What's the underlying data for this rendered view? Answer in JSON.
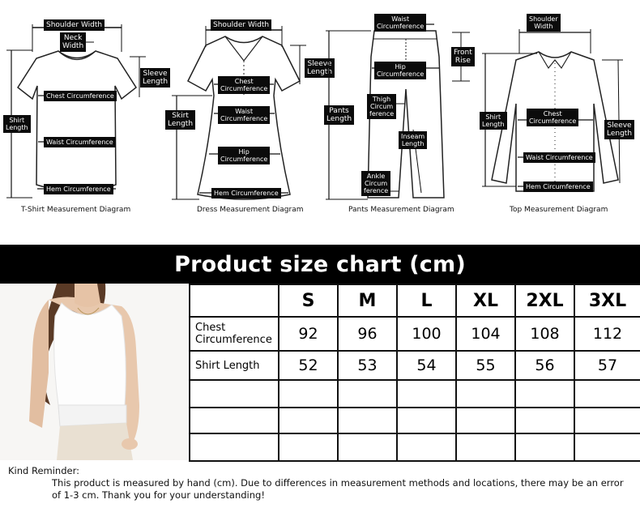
{
  "diagrams": [
    {
      "id": "tshirt",
      "caption": "T-Shirt Measurement Diagram",
      "labels": [
        "Shoulder Width",
        "Neck\nWidth",
        "Sleeve\nLength",
        "Chest Circumference",
        "Shirt\nLength",
        "Waist Circumference",
        "Hem Circumference"
      ]
    },
    {
      "id": "dress",
      "caption": "Dress Measurement Diagram",
      "labels": [
        "Shoulder Width",
        "Sleeve\nLength",
        "Chest\nCircumference",
        "Skirt\nLength",
        "Waist\nCircumference",
        "Hip\nCircumference",
        "Hem Circumference"
      ]
    },
    {
      "id": "pants",
      "caption": "Pants Measurement Diagram",
      "labels": [
        "Waist\nCircumference",
        "Front\nRise",
        "Hip\nCircumference",
        "Pants\nLength",
        "Thigh\nCircum\nference",
        "Inseam\nLength",
        "Ankle\nCircum\nference"
      ]
    },
    {
      "id": "top",
      "caption": "Top Measurement Diagram",
      "labels": [
        "Shoulder\nWidth",
        "Chest\nCircumference",
        "Shirt\nLength",
        "Sleeve\nLength",
        "Waist Circumference",
        "Hem Circumference"
      ]
    }
  ],
  "chart_title": "Product size chart  (cm)",
  "table": {
    "sizes": [
      "S",
      "M",
      "L",
      "XL",
      "2XL",
      "3XL"
    ],
    "rows": [
      {
        "label": "Chest\nCircumference",
        "values": [
          "92",
          "96",
          "100",
          "104",
          "108",
          "112"
        ]
      },
      {
        "label": "Shirt Length",
        "values": [
          "52",
          "53",
          "54",
          "55",
          "56",
          "57"
        ]
      },
      {
        "label": "",
        "values": [
          "",
          "",
          "",
          "",
          "",
          ""
        ]
      },
      {
        "label": "",
        "values": [
          "",
          "",
          "",
          "",
          "",
          ""
        ]
      },
      {
        "label": "",
        "values": [
          "",
          "",
          "",
          "",
          "",
          ""
        ]
      }
    ]
  },
  "reminder": {
    "heading": "Kind Reminder:",
    "text": "This product is measured by hand (cm). Due to differences in measurement methods and locations, there may be an error of 1-3 cm. Thank you for your understanding!"
  }
}
